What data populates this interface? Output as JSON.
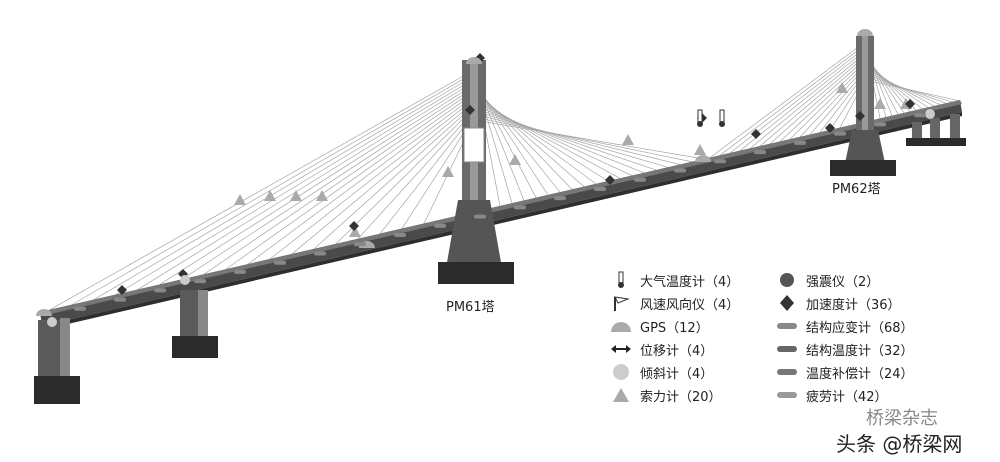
{
  "towers": {
    "left": "PM61塔",
    "right": "PM62塔"
  },
  "legend": {
    "left": [
      {
        "icon": "thermometer-icon",
        "label": "大气温度计（4）"
      },
      {
        "icon": "wind-vane-icon",
        "label": "风速风向仪（4）"
      },
      {
        "icon": "gps-dome-icon",
        "label": "GPS（12）"
      },
      {
        "icon": "double-arrow-icon",
        "label": "位移计（4）"
      },
      {
        "icon": "circle-icon",
        "label": "倾斜计（4）"
      },
      {
        "icon": "triangle-icon",
        "label": "索力计（20）"
      }
    ],
    "right": [
      {
        "icon": "dark-circle-icon",
        "label": "强震仪（2）"
      },
      {
        "icon": "diamond-icon",
        "label": "加速度计（36）"
      },
      {
        "icon": "bar-icon",
        "label": "结构应变计（68）"
      },
      {
        "icon": "bar-icon",
        "label": "结构温度计（32）"
      },
      {
        "icon": "bar-icon",
        "label": "温度补偿计（24）"
      },
      {
        "icon": "bar-icon",
        "label": "疲劳计（42）"
      }
    ]
  },
  "watermark": {
    "top": "桥梁杂志",
    "bottom": "头条 @桥梁网"
  },
  "colors": {
    "deck": "#4a4a4a",
    "pier": "#5a5a5a",
    "base": "#2b2b2b",
    "cable": "#9a9a9a",
    "sensor": "#aaaaaa",
    "dark-sensor": "#3a3a3a"
  }
}
